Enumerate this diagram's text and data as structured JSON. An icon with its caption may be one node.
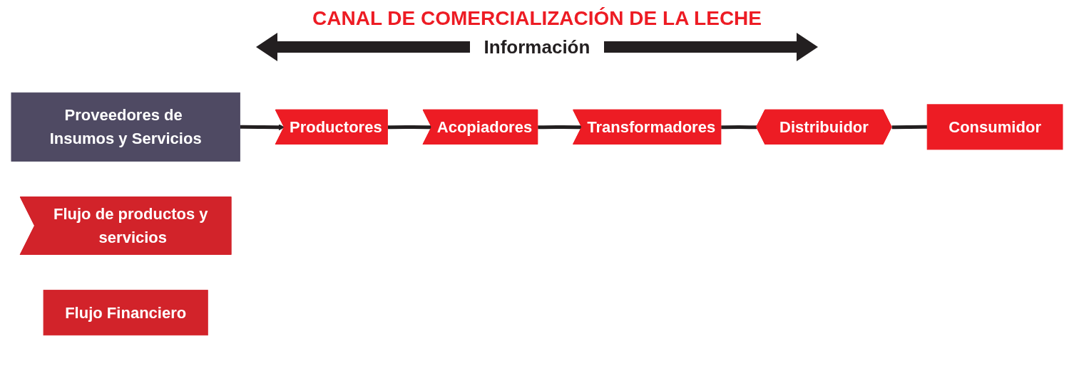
{
  "diagram": {
    "title": "CANAL DE COMERCIALIZACIÓN DE LA LECHE",
    "nodes": [
      {
        "text": [
          "Productores"
        ]
      },
      {
        "text": [
          "Acopiadores"
        ]
      },
      {
        "text": [
          "Transformadores"
        ]
      },
      {
        "text": [
          "Distribuidor"
        ]
      },
      {
        "text": [
          "Consumidor"
        ]
      },
      {
        "text": [
          "Proveedores de Insumos y Servicios"
        ]
      },
      {
        "text": [
          "Flujo de productos y servicios"
        ]
      },
      {
        "text": [
          "Flujo Financiero"
        ]
      }
    ],
    "edges": [
      {
        "from": 0,
        "to": 1,
        "arrow": "none"
      },
      {
        "from": 1,
        "to": 2,
        "arrow": "none"
      },
      {
        "from": 2,
        "to": 3,
        "arrow": "none"
      },
      {
        "from": 3,
        "to": 4,
        "arrow": "none"
      },
      {
        "from": 5,
        "to": 0,
        "arrow": "to"
      }
    ],
    "labels": [
      "Información"
    ]
  }
}
